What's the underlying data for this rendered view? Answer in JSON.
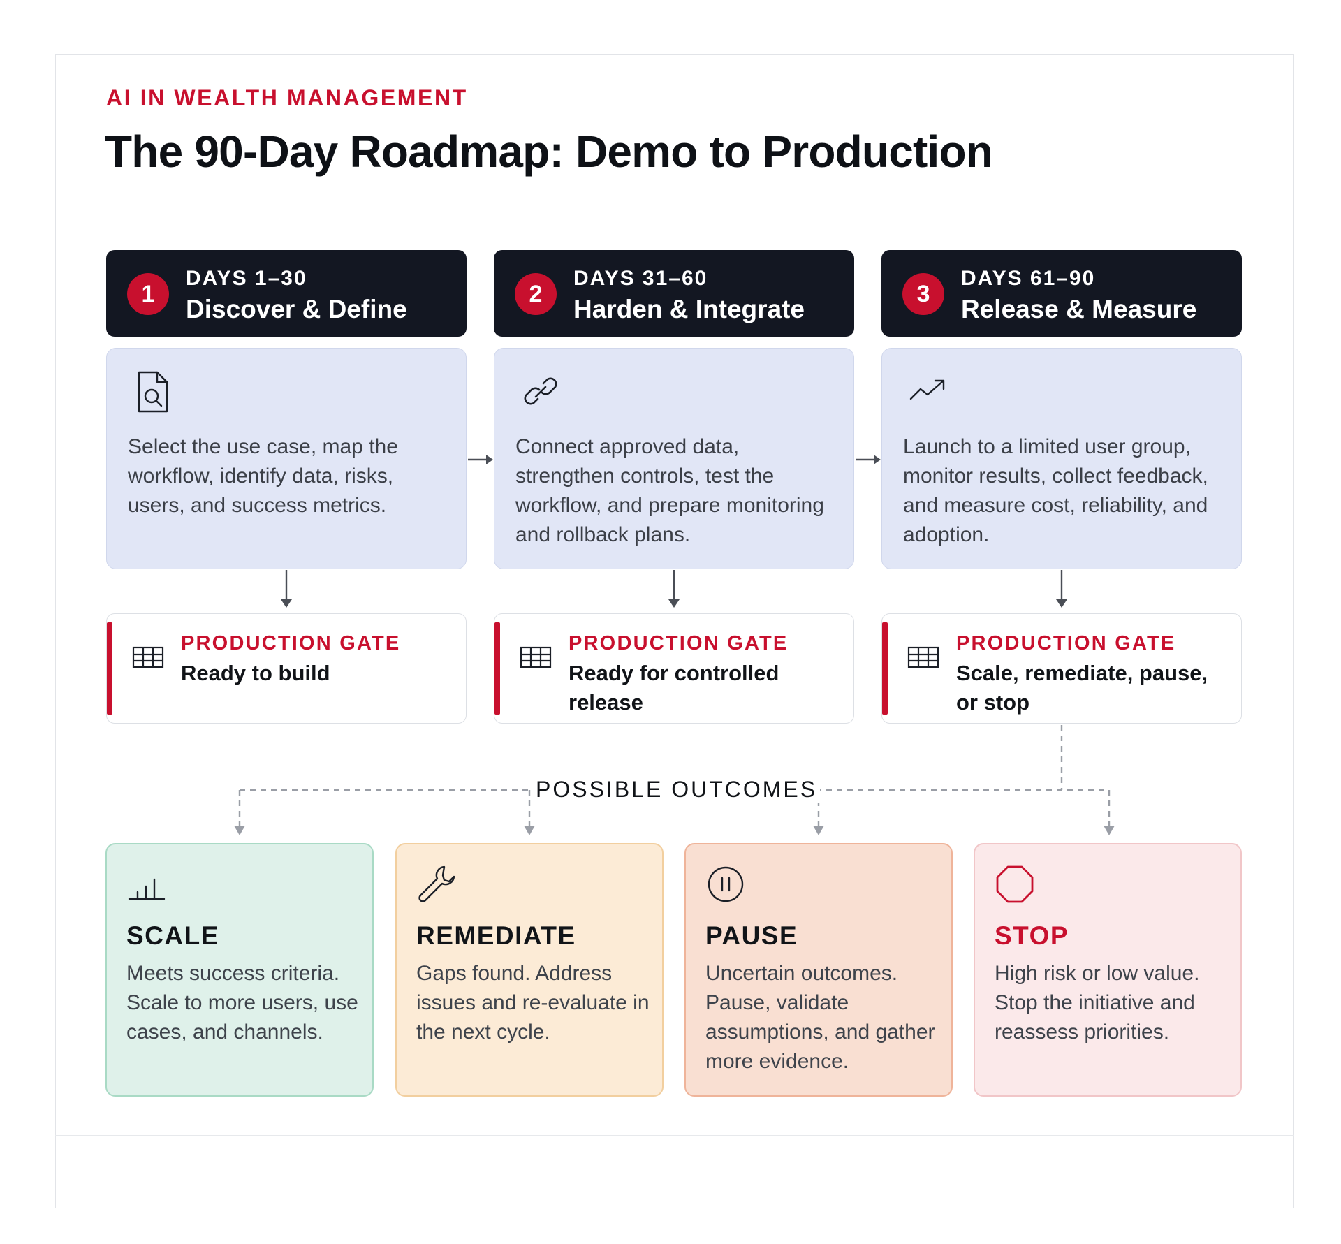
{
  "header": {
    "eyebrow": "AI IN WEALTH MANAGEMENT",
    "title": "The 90-Day Roadmap: Demo to Production"
  },
  "phases": [
    {
      "number": "1",
      "days": "DAYS 1–30",
      "name": "Discover & Define",
      "icon": "document-search-icon",
      "description": "Select the use case, map the workflow, identify data, risks, users, and success metrics.",
      "gate_label": "PRODUCTION GATE",
      "gate_text": "Ready to build"
    },
    {
      "number": "2",
      "days": "DAYS 31–60",
      "name": "Harden & Integrate",
      "icon": "link-icon",
      "description": "Connect approved data, strengthen controls, test the workflow, and prepare monitoring and rollback plans.",
      "gate_label": "PRODUCTION GATE",
      "gate_text": "Ready for controlled release"
    },
    {
      "number": "3",
      "days": "DAYS 61–90",
      "name": "Release & Measure",
      "icon": "trending-up-icon",
      "description": "Launch to a limited user group, monitor results, collect feedback, and measure cost, reliability, and adoption.",
      "gate_label": "PRODUCTION GATE",
      "gate_text": "Scale, remediate, pause, or stop"
    }
  ],
  "outcomes_label": "POSSIBLE OUTCOMES",
  "outcomes": [
    {
      "title": "SCALE",
      "icon": "bar-chart-icon",
      "text": "Meets success criteria. Scale to more users, use cases, and channels.",
      "background": "#dff1ea"
    },
    {
      "title": "REMEDIATE",
      "icon": "wrench-icon",
      "text": "Gaps found. Address issues and re-evaluate in the next cycle.",
      "background": "#fcebd6"
    },
    {
      "title": "PAUSE",
      "icon": "pause-icon",
      "text": "Uncertain outcomes. Pause, validate assumptions, and gather more evidence.",
      "background": "#f9dfd2"
    },
    {
      "title": "STOP",
      "icon": "stop-octagon-icon",
      "text": "High risk or low value. Stop the initiative and reassess priorities.",
      "background": "#fbe9ea"
    }
  ],
  "colors": {
    "accent": "#c8102e",
    "phase_header": "#131722",
    "phase_body": "#e1e6f6"
  }
}
